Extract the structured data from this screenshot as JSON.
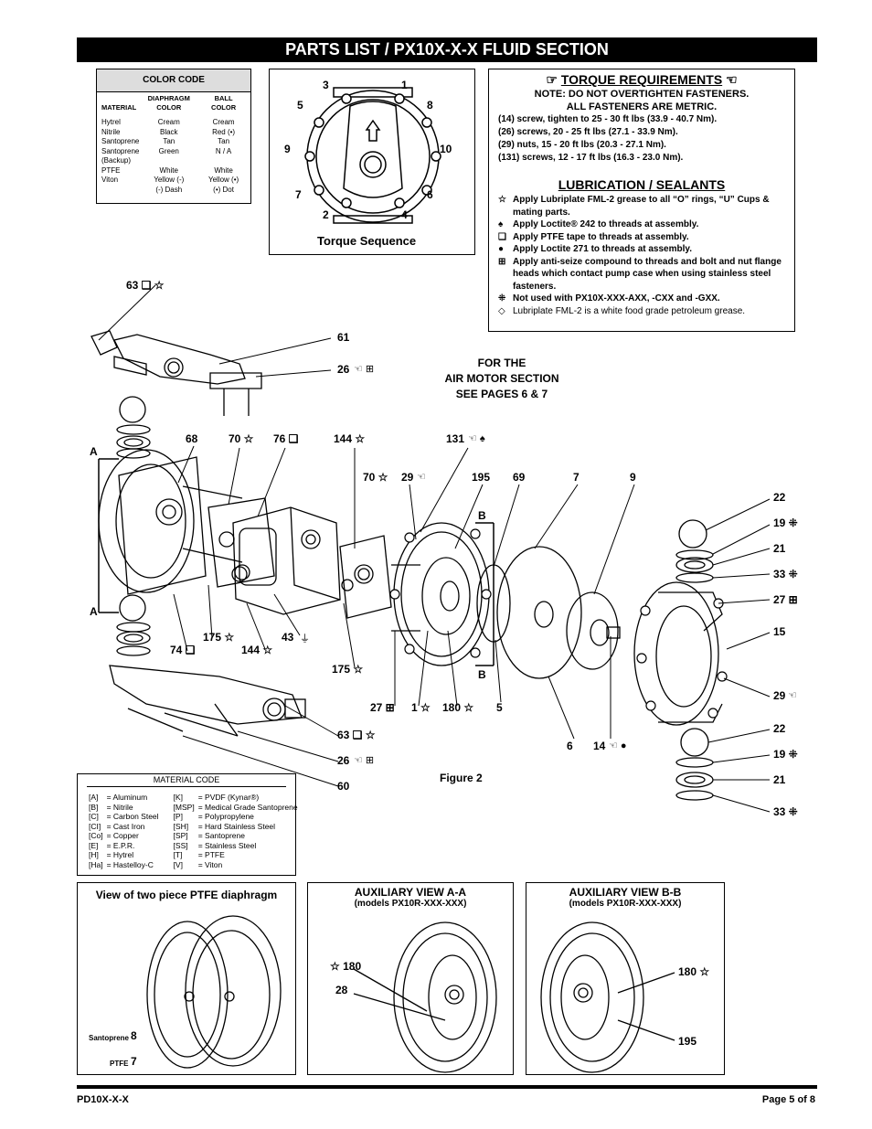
{
  "title": "PARTS LIST / PX10X-X-X FLUID SECTION",
  "color_code": {
    "heading": "COLOR CODE",
    "col_material": "MATERIAL",
    "col_diaphragm_1": "DIAPHRAGM",
    "col_diaphragm_2": "COLOR",
    "col_ball_1": "BALL",
    "col_ball_2": "COLOR",
    "rows": [
      {
        "material": "Hytrel",
        "diaphragm": "Cream",
        "ball": "Cream"
      },
      {
        "material": "Nitrile",
        "diaphragm": "Black",
        "ball": "Red (•)"
      },
      {
        "material": "Santoprene",
        "diaphragm": "Tan",
        "ball": "Tan"
      },
      {
        "material": "Santoprene",
        "diaphragm": "Green",
        "ball": "N / A"
      },
      {
        "material": "(Backup)",
        "diaphragm": "",
        "ball": ""
      },
      {
        "material": "PTFE",
        "diaphragm": "White",
        "ball": "White"
      },
      {
        "material": "Viton",
        "diaphragm": "Yellow (-)",
        "ball": "Yellow (•)"
      },
      {
        "material": "",
        "diaphragm": "(-) Dash",
        "ball": "(•) Dot"
      }
    ]
  },
  "torque_sequence": {
    "caption": "Torque Sequence",
    "numbers": [
      "3",
      "1",
      "5",
      "8",
      "9",
      "10",
      "7",
      "6",
      "2",
      "4"
    ]
  },
  "torque": {
    "heading": "TORQUE REQUIREMENTS",
    "note1": "NOTE: DO NOT OVERTIGHTEN FASTENERS.",
    "note2": "ALL FASTENERS ARE METRIC.",
    "lines": [
      "(14) screw, tighten to 25 - 30 ft lbs (33.9 - 40.7 Nm).",
      "(26) screws, 20 - 25 ft lbs (27.1 - 33.9 Nm).",
      "(29) nuts, 15 - 20 ft lbs (20.3 - 27.1 Nm).",
      "(131) screws, 12 - 17 ft lbs (16.3 - 23.0 Nm)."
    ]
  },
  "lubrication": {
    "heading": "LUBRICATION / SEALANTS",
    "items": [
      {
        "sym": "☆",
        "text": "Apply Lubriplate FML-2 grease to all “O” rings, “U” Cups & mating parts."
      },
      {
        "sym": "♠",
        "text": "Apply Loctite® 242 to threads at assembly."
      },
      {
        "sym": "❑",
        "text": "Apply PTFE tape to threads at assembly."
      },
      {
        "sym": "●",
        "text": "Apply Loctite 271 to threads at assembly."
      },
      {
        "sym": "⊞",
        "text": "Apply anti-seize compound to threads and bolt and nut flange heads which contact pump case when using stainless steel fasteners."
      },
      {
        "sym": "⁜",
        "text": "Not used with PX10X-XXX-AXX, -CXX and -GXX."
      },
      {
        "sym": "◇",
        "text": "Lubriplate FML-2 is a white food grade petroleum grease."
      }
    ]
  },
  "air_motor_note": [
    "FOR THE",
    "AIR MOTOR SECTION",
    "SEE PAGES 6 & 7"
  ],
  "figure_caption": "Figure 2",
  "callouts": {
    "c63a": "63 ❑ ☆",
    "c61": "61",
    "c26a": "26",
    "c68": "68",
    "c70a": "70 ☆",
    "c76": "76 ❑",
    "c144a": "144 ☆",
    "c131": "131",
    "c70b": "70 ☆",
    "c29a": "29",
    "c195": "195",
    "c69": "69",
    "c7": "7",
    "c9": "9",
    "c22a": "22",
    "c19a": "19 ⁜",
    "c21a": "21",
    "c33a": "33 ⁜",
    "c27a": "27 ⊞",
    "c15": "15",
    "c29b": "29",
    "c22b": "22",
    "c19b": "19 ⁜",
    "c21b": "21",
    "c33b": "33 ⁜",
    "cA1": "A",
    "cA2": "A",
    "cB1": "B",
    "cB2": "B",
    "c74": "74 ❑",
    "c175a": "175 ☆",
    "c144b": "144 ☆",
    "c43": "43",
    "c175b": "175 ☆",
    "c27b": "27 ⊞",
    "c1": "1 ☆",
    "c180": "180 ☆",
    "c5": "5",
    "c6": "6",
    "c14": "14",
    "c63b": "63 ❑ ☆",
    "c26b": "26",
    "c60": "60"
  },
  "material_code": {
    "heading": "MATERIAL CODE",
    "left": [
      [
        "[A]",
        "= Aluminum"
      ],
      [
        "[B]",
        "= Nitrile"
      ],
      [
        "[C]",
        "= Carbon Steel"
      ],
      [
        "[CI]",
        "= Cast Iron"
      ],
      [
        "[Co]",
        "= Copper"
      ],
      [
        "[E]",
        "= E.P.R."
      ],
      [
        "[H]",
        "= Hytrel"
      ],
      [
        "[Ha]",
        "= Hastelloy-C"
      ]
    ],
    "right": [
      [
        "[K]",
        "= PVDF (Kynar®)"
      ],
      [
        "[MSP]",
        "= Medical Grade Santoprene"
      ],
      [
        "[P]",
        "= Polypropylene"
      ],
      [
        "[SH]",
        "= Hard Stainless Steel"
      ],
      [
        "[SP]",
        "= Santoprene"
      ],
      [
        "[SS]",
        "= Stainless Steel"
      ],
      [
        "[T]",
        "= PTFE"
      ],
      [
        "[V]",
        "= Viton"
      ]
    ]
  },
  "panel1": {
    "caption": "View of two piece PTFE diaphragm",
    "l8_word": "Santoprene",
    "l8_num": "8",
    "l7_word": "PTFE",
    "l7_num": "7"
  },
  "panel2": {
    "caption": "AUXILIARY VIEW A-A",
    "sub": "(models PX10R-XXX-XXX)",
    "l180": "☆ 180",
    "l28": "28"
  },
  "panel3": {
    "caption": "AUXILIARY VIEW B-B",
    "sub": "(models PX10R-XXX-XXX)",
    "l180": "180 ☆",
    "l195": "195"
  },
  "footer": {
    "left": "PD10X-X-X",
    "right": "Page  5 of 8"
  }
}
